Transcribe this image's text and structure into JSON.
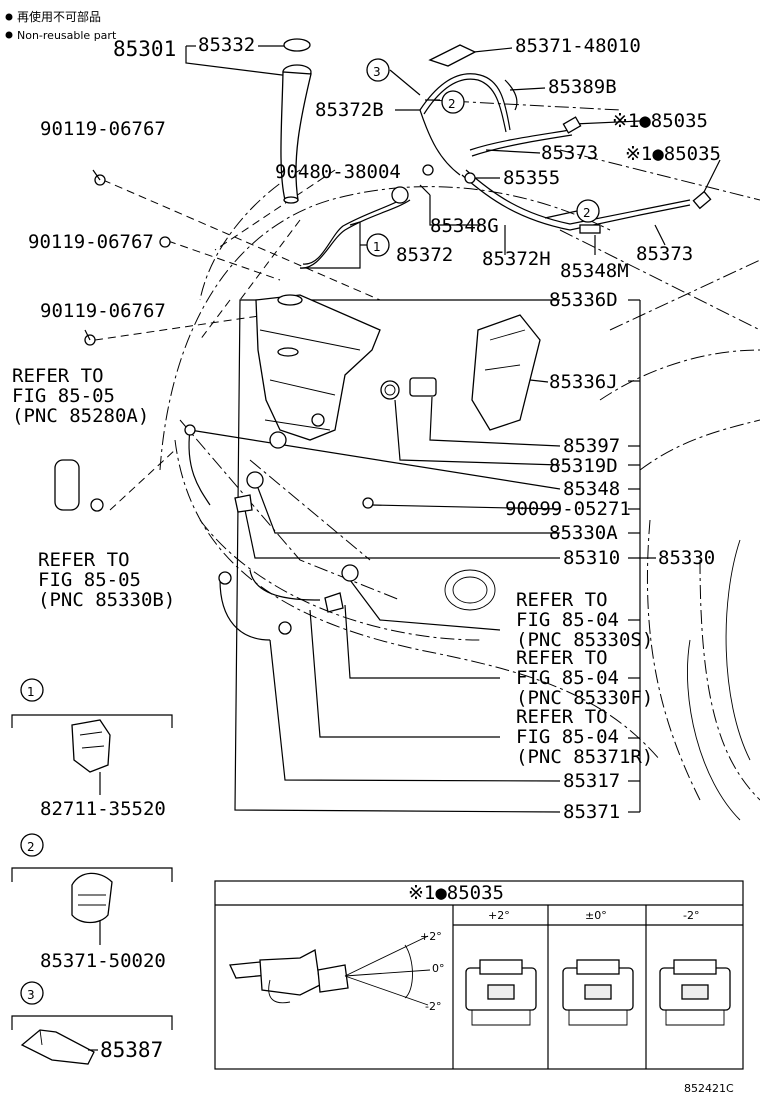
{
  "legend": {
    "reuse_jp": "再使用不可部品",
    "reuse_en": "Non-reusable part"
  },
  "diagram_code": "852421C",
  "parts": {
    "p85301": "85301",
    "p85332": "85332",
    "p85371_48010": "85371-48010",
    "p85389B": "85389B",
    "p85372B": "85372B",
    "p85035_a": "※1●85035",
    "p85035_b": "※1●85035",
    "p85373_a": "85373",
    "p90480": "90480-38004",
    "p85355": "85355",
    "p90119_a": "90119-06767",
    "p90119_b": "90119-06767",
    "p90119_c": "90119-06767",
    "p85348G": "85348G",
    "p85372": "85372",
    "p85372H": "85372H",
    "p85348M": "85348M",
    "p85373_b": "85373",
    "p85336D": "85336D",
    "p85336J": "85336J",
    "p85397": "85397",
    "p85319D": "85319D",
    "p85348": "85348",
    "p90099": "90099-05271",
    "p85330A": "85330A",
    "p85310": "85310",
    "p85330": "85330",
    "p85317": "85317",
    "p85371": "85371"
  },
  "refers": {
    "r1": [
      "REFER TO",
      "FIG 85-05",
      "(PNC 85280A)"
    ],
    "r2": [
      "REFER TO",
      "FIG 85-05",
      "(PNC 85330B)"
    ],
    "r3": [
      "REFER TO",
      "FIG 85-04",
      "(PNC 85330S)"
    ],
    "r4": [
      "REFER TO",
      "FIG 85-04",
      "(PNC 85330F)"
    ],
    "r5": [
      "REFER TO",
      "FIG 85-04",
      "(PNC 85371R)"
    ]
  },
  "callouts": {
    "c1": "1",
    "c2": "2",
    "c3": "3"
  },
  "insets": {
    "i1_part": "82711-35520",
    "i2_part": "85371-50020",
    "i3_part": "85387"
  },
  "adjust_table": {
    "title": "※1●85035",
    "columns": [
      "+2°",
      "±0°",
      "-2°"
    ],
    "angle_labels": [
      "+2°",
      "0°",
      "-2°"
    ]
  }
}
